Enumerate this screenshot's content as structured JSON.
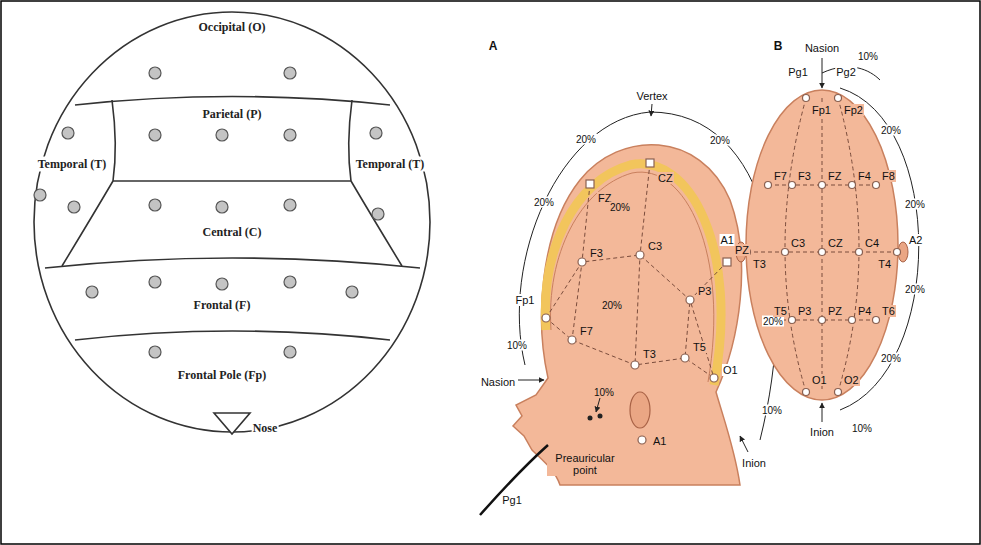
{
  "diagram": {
    "labels": [
      "Occipital (O)",
      "Parietal (P)",
      "Temporal (T)",
      "Temporal (T)",
      "Central (C)",
      "Frontal (F)",
      "Frontal Pole (Fp)",
      "Nose",
      "A",
      "20%",
      "Vertex",
      "FZ",
      "CZ",
      "20%",
      "20%",
      "20%",
      "PZ",
      "F3",
      "C3",
      "20%",
      "P3",
      "20%",
      "Fp1",
      "10%",
      "F7",
      "Nasion",
      "T3",
      "T5",
      "10%",
      "O1",
      "10%",
      "Inion",
      "Preauricular point",
      "A1",
      "Pg1",
      "B",
      "Nasion",
      "Pg1",
      "Pg2",
      "10%",
      "Fp1",
      "Fp2",
      "20%",
      "F7",
      "F3",
      "FZ",
      "F4",
      "F8",
      "20%",
      "A1",
      "T3",
      "C3",
      "CZ",
      "C4",
      "T4",
      "A2",
      "20%",
      "T5",
      "P3",
      "PZ",
      "P4",
      "T6",
      "20%",
      "O1",
      "O2",
      "Inion",
      "10%"
    ]
  }
}
